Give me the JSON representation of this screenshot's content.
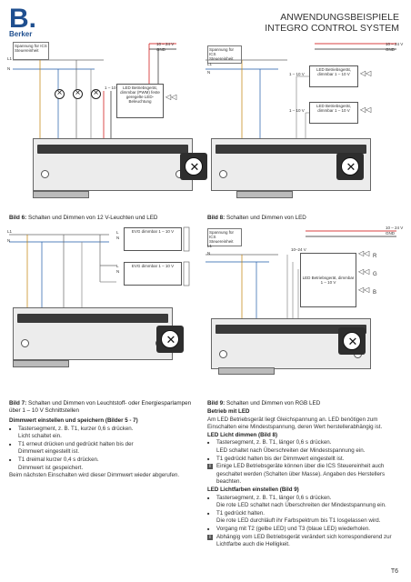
{
  "logo": {
    "mark": "B.",
    "name": "Berker"
  },
  "header": {
    "line1": "ANWENDUNGSBEISPIELE",
    "line2": "INTEGRO CONTROL SYSTEM"
  },
  "diagrams": {
    "d6": {
      "supply": "Spannung für ICS Steuereinheit",
      "l": "L1",
      "n": "N",
      "vdc": "10 – 24 V",
      "gnd": "GND",
      "ch": "1 – 10 V",
      "led_box": "LED Betriebsgerät, dimmbar (PWM) feste geregelte LED-Beleuchtung"
    },
    "d8": {
      "supply": "Spannung für ICS Steuereinheit",
      "l": "L1",
      "n": "N",
      "vdc": "10 – 24 V",
      "gnd": "GND",
      "ch1": "1 – 10 V",
      "ch2": "1 – 10 V",
      "led1": "LED Betriebsgerät, dimmbar 1 – 10 V",
      "led2": "LED Betriebsgerät, dimmbar 1 – 10 V"
    },
    "d7": {
      "l": "L1",
      "n": "N",
      "evg1": "EVG dimmbar 1 – 10 V",
      "evg2": "EVG dimmbar 1 – 10 V",
      "tl": "L",
      "tn": "N",
      "tl2": "L",
      "tn2": "N"
    },
    "d9": {
      "supply": "Spannung für ICS Steuereinheit",
      "l": "L1",
      "n": "N",
      "vdc": "10 – 24 V",
      "gnd": "GND",
      "ch": "10–24 V",
      "led": "LED Betriebsgerät, dimmbar 1 – 10 V",
      "r": "R",
      "g": "G",
      "b": "B"
    }
  },
  "captions": {
    "c6": {
      "label": "Bild 6:",
      "text": "Schalten und Dimmen von 12 V-Leuchten und LED"
    },
    "c8": {
      "label": "Bild 8:",
      "text": "Schalten und Dimmen von LED"
    },
    "c7": {
      "label": "Bild 7:",
      "text": "Schalten und Dimmen von Leuchtstoff- oder Energiesparlampen über 1 – 10 V Schnittstellen"
    },
    "c9": {
      "label": "Bild 9:",
      "text": "Schalten und Dimmen von RGB LED"
    }
  },
  "left_text": {
    "heading": "Dimmwert einstellen und speichern (Bilder 5 - 7)",
    "b1": "Tastersegment, z. B. T1, kurzer 0,6 s drücken.",
    "b1b": "Licht schaltet ein.",
    "b2": "T1 erneut drücken und gedrückt halten bis der",
    "b2b": "Dimmwert eingestellt ist.",
    "b3": "T1 dreimal kurzer 0,4 s drücken.",
    "b3b": "Dimmwert ist gespeichert.",
    "footer": "Beim nächsten Einschalten wird dieser Dimmwert wieder abgerufen."
  },
  "right_text": {
    "h1": "Betrieb mit LED",
    "p1": "Am LED Betriebsgerät liegt Gleichspannung an. LED benötigen zum Einschalten eine Mindestspannung, deren Wert herstellerabhängig ist.",
    "h2": "LED Licht dimmen (Bild 8)",
    "b1": "Tastersegment, z. B. T1, länger 0,6 s drücken.",
    "b1b": "LED schaltet nach Überschreiten der Mindestspannung ein.",
    "b2": "T1 gedrückt halten bis der Dimmwert eingestellt ist.",
    "i1": "Einige LED Betriebsgeräte können über die ICS Steuereinheit auch geschaltet werden (Schalten über Masse). Angaben des Herstellers beachten.",
    "h3": "LED Lichtfarben einstellen (Bild 9)",
    "b3": "Tastersegment, z. B. T1, länger 0,6 s drücken.",
    "b3b": "Die rote LED schaltet nach Überschreiten der Mindestspannung ein.",
    "b4": "T1 gedrückt halten.",
    "b4b": "Die rote LED durchläuft ihr Farbspektrum bis T1 losgelassen wird.",
    "b5": "Vorgang mit T2 (gelbe LED) und T3 (blaue LED) wiederholen.",
    "i2": "Abhängig vom LED Betriebsgerät verändert sich korrespondierend zur Lichtfarbe auch die Helligkeit."
  },
  "page_number": "T6"
}
